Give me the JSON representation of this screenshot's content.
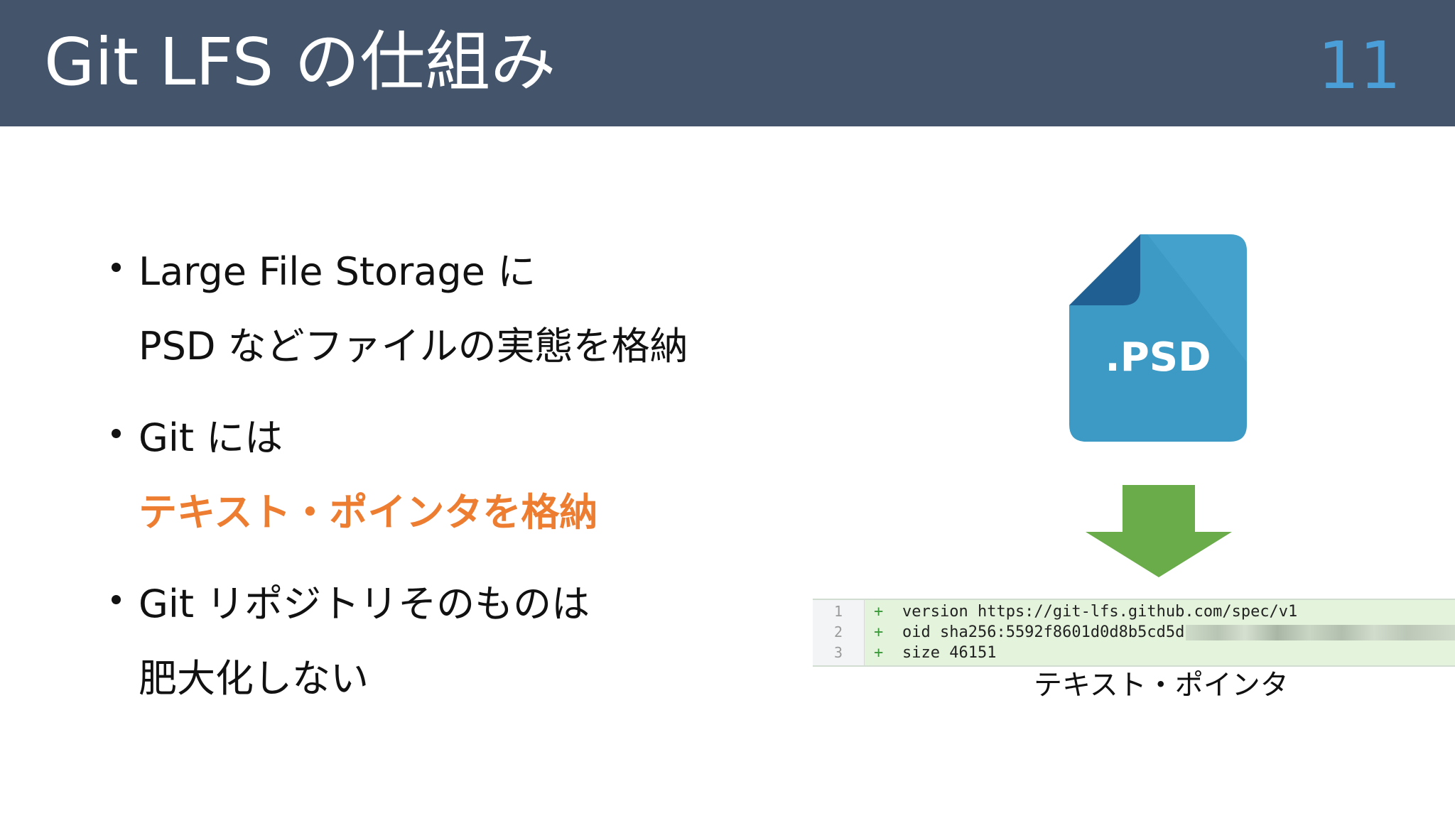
{
  "header": {
    "title": "Git LFS の仕組み",
    "page_number": "11",
    "background": "#44546a",
    "page_number_color": "#4a9fd8"
  },
  "bullets": [
    {
      "lines": [
        "Large File Storage に",
        "PSD などファイルの実態を格納"
      ]
    },
    {
      "lines": [
        "Git には"
      ],
      "accent_line": "テキスト・ポインタを格納",
      "accent_color": "#ed7d31"
    },
    {
      "lines": [
        "Git リポジトリそのものは",
        "肥大化しない"
      ]
    }
  ],
  "psd_icon": {
    "label": ".PSD",
    "icon": "psd-file-icon",
    "color": "#3d9ac5"
  },
  "arrow": {
    "icon": "arrow-down-icon",
    "color": "#6aab4a"
  },
  "code_pointer": {
    "lines": [
      {
        "num": "1",
        "marker": "+",
        "text": "version https://git-lfs.github.com/spec/v1"
      },
      {
        "num": "2",
        "marker": "+",
        "text": "oid sha256:5592f8601d0d8b5cd5d"
      },
      {
        "num": "3",
        "marker": "+",
        "text": "size 46151"
      }
    ]
  },
  "caption": "テキスト・ポインタ"
}
